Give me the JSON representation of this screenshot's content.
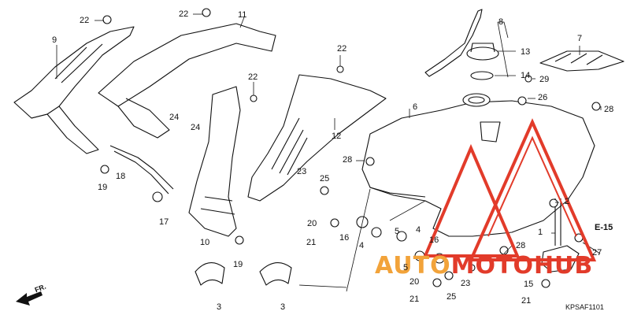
{
  "diagram": {
    "part_labels": {
      "p1": "1",
      "p2": "2",
      "p3a": "3",
      "p3b": "3",
      "p4a": "4",
      "p4b": "4",
      "p5a": "5",
      "p5b": "5",
      "p6": "6",
      "p7": "7",
      "p8": "8",
      "p9": "9",
      "p10": "10",
      "p11": "11",
      "p12": "12",
      "p13": "13",
      "p14": "14",
      "p15": "15",
      "p16a": "16",
      "p16b": "16",
      "p17": "17",
      "p18": "18",
      "p19a": "19",
      "p19b": "19",
      "p20a": "20",
      "p20b": "20",
      "p21a": "21",
      "p21b": "21",
      "p21c": "21",
      "p22a": "22",
      "p22b": "22",
      "p22c": "22",
      "p22d": "22",
      "p23": "23",
      "p24a": "24",
      "p24b": "24",
      "p25a": "25",
      "p25b": "25",
      "p26": "26",
      "p27": "27",
      "p28a": "28",
      "p28b": "28",
      "p28c": "28",
      "p29": "29"
    },
    "reference": "E-15",
    "front_marker": "FR.",
    "diagram_code": "KPSAF1101",
    "watermark": {
      "text_left": "AUTO",
      "text_right": "MOTO",
      "text_end": "HUB",
      "color": "#e23b2a",
      "accent": "#f2a33a"
    }
  }
}
